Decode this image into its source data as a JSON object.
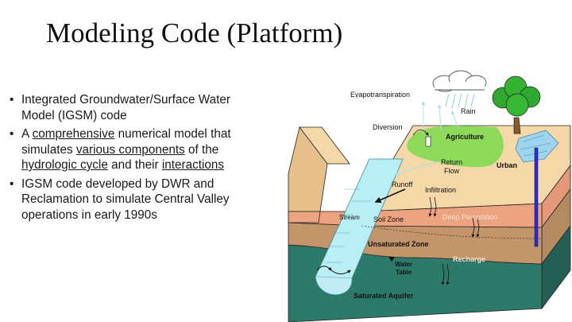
{
  "slide": {
    "title": "Modeling Code (Platform)",
    "bullets": {
      "b1": "Integrated Groundwater/Surface Water Model (IGSM) code",
      "b2_pre": "A ",
      "b2_u1": "comprehensive",
      "b2_mid1": " numerical model that simulates ",
      "b2_u2": "various components",
      "b2_mid2": " of the ",
      "b2_u3": "hydrologic cycle",
      "b2_mid3": " and their ",
      "b2_u4": "interactions",
      "b3": "IGSM code developed by DWR and Reclamation to simulate Central Valley operations in early 1990s"
    },
    "bullet_glyph": "•"
  },
  "diagram": {
    "labels": {
      "evapotranspiration": "Evapotranspiration",
      "rain": "Rain",
      "diversion": "Diversion",
      "agriculture": "Agriculture",
      "urban": "Urban",
      "return_flow_1": "Return",
      "return_flow_2": "Flow",
      "runoff": "Runoff",
      "infiltration": "Infiltration",
      "stream": "Stream",
      "soil_zone": "Soil Zone",
      "deep_percolation": "Deep Percolation",
      "unsaturated_zone": "Unsaturated Zone",
      "recharge": "Recharge",
      "water_table_1": "Water",
      "water_table_2": "Table",
      "saturated_aquifer": "Saturated Aquifer"
    },
    "colors": {
      "surface": "#f5d8a8",
      "soil": "#eda380",
      "unsaturated": "#c2956a",
      "aquifer": "#2d7a6a",
      "stream": "#b8eef4",
      "agriculture": "#8ed85a",
      "urban": "#9fd4ee",
      "well": "#2a2ae0"
    }
  }
}
